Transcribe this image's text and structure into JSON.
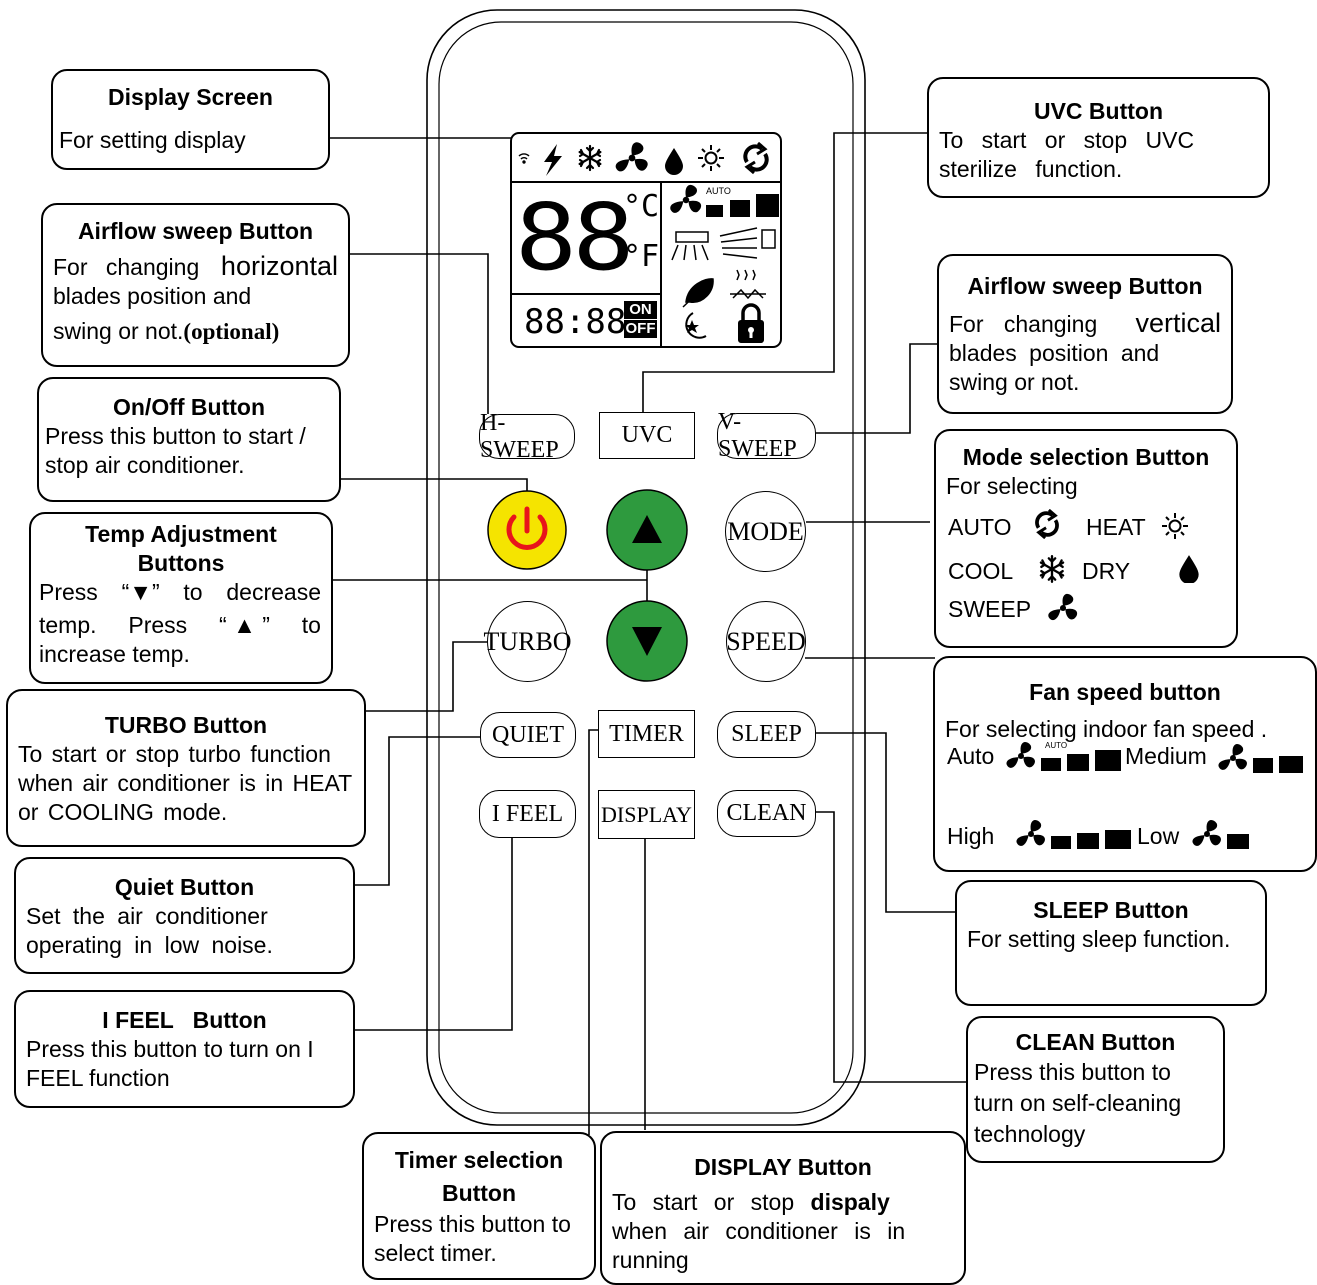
{
  "remote": {
    "buttons": {
      "h_sweep": "H-SWEEP",
      "uvc": "UVC",
      "v_sweep": "V-SWEEP",
      "mode": "MODE",
      "turbo": "TURBO",
      "speed": "SPEED",
      "quiet": "QUIET",
      "timer": "TIMER",
      "sleep": "SLEEP",
      "i_feel": "I FEEL",
      "display": "DISPLAY",
      "clean": "CLEAN"
    },
    "power_color": "#f5e400",
    "temp_button_color": "#2e9a3e",
    "lcd": {
      "digits": "88",
      "time": "88:88",
      "on": "ON",
      "off": "OFF",
      "auto": "AUTO",
      "celsius": "°C",
      "fahrenheit": "°F"
    }
  },
  "callouts": {
    "display_screen": {
      "title": "Display Screen",
      "desc": "For setting display"
    },
    "uvc": {
      "title": "UVC Button",
      "desc": "To start or stop UVC sterilize function."
    },
    "h_sweep": {
      "title": "Airflow sweep Button",
      "line1a": "For changing",
      "line1b": "horizontal",
      "line2": "blades position and",
      "line3": "swing or not.",
      "optional": "(optional)"
    },
    "v_sweep": {
      "title": "Airflow sweep Button",
      "line1a": "For changing",
      "line1b": "vertical",
      "line2": "blades position and",
      "line3": "swing or not."
    },
    "on_off": {
      "title": "On/Off Button",
      "desc": "Press this button to start / stop air conditioner."
    },
    "mode": {
      "title": "Mode selection Button",
      "desc": "For selecting",
      "auto": "AUTO",
      "heat": "HEAT",
      "cool": "COOL",
      "dry": "DRY",
      "sweep": "SWEEP"
    },
    "temp": {
      "title": "Temp Adjustment Buttons",
      "l1a": "Press",
      "l1b": "“▼”",
      "l1c": "to",
      "l1d": "decrease",
      "l2a": "temp.",
      "l2b": "Press",
      "l2c": "“ ▲ ”",
      "l2d": "to",
      "l3": "increase temp."
    },
    "fan_speed": {
      "title": "Fan speed button",
      "desc": "For selecting indoor fan speed .",
      "auto": "Auto",
      "medium": "Medium",
      "high": "High",
      "low": "Low"
    },
    "turbo": {
      "title": "TURBO Button",
      "desc": "To start or stop turbo function when air conditioner is in HEAT or COOLING mode."
    },
    "sleep": {
      "title": "SLEEP Button",
      "desc": "For setting sleep function."
    },
    "quiet": {
      "title": "Quiet Button",
      "desc": "Set the air conditioner operating in low noise."
    },
    "i_feel": {
      "title": "I FEEL   Button",
      "desc": "Press this button to turn on I FEEL function"
    },
    "clean": {
      "title": "CLEAN Button",
      "desc": "Press this button to turn on self-cleaning technology"
    },
    "timer": {
      "title": "Timer selection Button",
      "desc": "Press this button to select timer."
    },
    "display": {
      "title": "DISPLAY Button",
      "desc_a": "To start or stop",
      "desc_b": "dispaly",
      "desc_c": "when air conditioner is in running"
    }
  }
}
